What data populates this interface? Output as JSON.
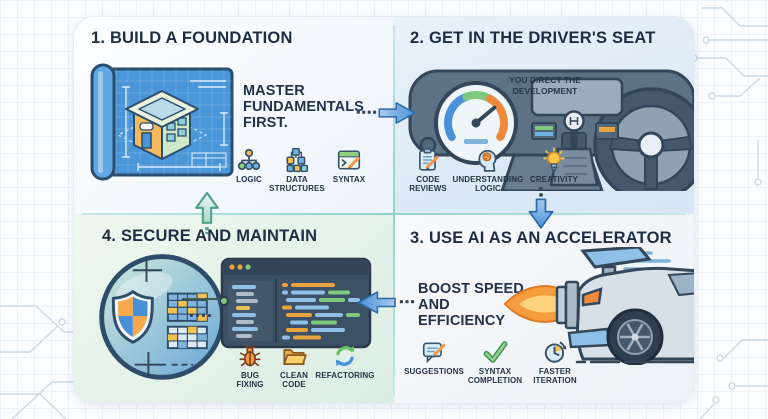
{
  "quadrants": [
    {
      "title": "1. BUILD A FOUNDATION",
      "tagline": "MASTER FUNDAMENTALS FIRST.",
      "illustration": "building-blueprint",
      "items": [
        {
          "label": "LOGIC",
          "icon": "logic-tree-icon"
        },
        {
          "label": "DATA STRUCTURES",
          "icon": "data-structures-icon"
        },
        {
          "label": "SYNTAX",
          "icon": "syntax-editor-icon"
        }
      ]
    },
    {
      "title": "2. GET IN THE DRIVER'S SEAT",
      "callout": "YOU DIRECT THE DEVELOPMENT",
      "illustration": "car-dashboard-steering-wheel",
      "items": [
        {
          "label": "CODE REVIEWS",
          "icon": "clipboard-pencil-icon"
        },
        {
          "label": "UNDERSTANDING LOGIC",
          "icon": "head-brain-icon"
        },
        {
          "label": "CREATIVITY",
          "icon": "lightbulb-icon"
        }
      ]
    },
    {
      "title": "3. USE AI AS AN ACCELERATOR",
      "tagline": "BOOST SPEED AND EFFICIENCY",
      "illustration": "sports-car-flame-exhaust",
      "items": [
        {
          "label": "SUGGESTIONS",
          "icon": "speech-bubble-pencil-icon"
        },
        {
          "label": "SYNTAX COMPLETION",
          "icon": "checkmark-icon"
        },
        {
          "label": "FASTER ITERATION",
          "icon": "clock-arrow-icon"
        }
      ]
    },
    {
      "title": "4. SECURE AND MAINTAIN",
      "illustration": "magnifier-shield-and-code-editor",
      "items": [
        {
          "label": "BUG FIXING",
          "icon": "bug-icon"
        },
        {
          "label": "CLEAN CODE",
          "icon": "folder-icon"
        },
        {
          "label": "REFACTORING",
          "icon": "refactor-cycle-icon"
        }
      ]
    }
  ],
  "flow_arrows": [
    {
      "from": "1. BUILD A FOUNDATION",
      "to": "2. GET IN THE DRIVER'S SEAT",
      "direction": "right"
    },
    {
      "from": "2. GET IN THE DRIVER'S SEAT",
      "to": "3. USE AI AS AN ACCELERATOR",
      "direction": "down"
    },
    {
      "from": "3. USE AI AS AN ACCELERATOR",
      "to": "4. SECURE AND MAINTAIN",
      "direction": "left"
    },
    {
      "from": "4. SECURE AND MAINTAIN",
      "to": "1. BUILD A FOUNDATION",
      "direction": "up"
    }
  ],
  "colors": {
    "heading_text": "#1e2c44",
    "label_text": "#243447",
    "arrow_blue": "#4a90d9",
    "arrow_teal": "#4f9f8f",
    "divider_teal": "#8fd0cc",
    "quadrant2_bg": "#dce9f5",
    "quadrant4_bg": "#e3f2e6"
  }
}
